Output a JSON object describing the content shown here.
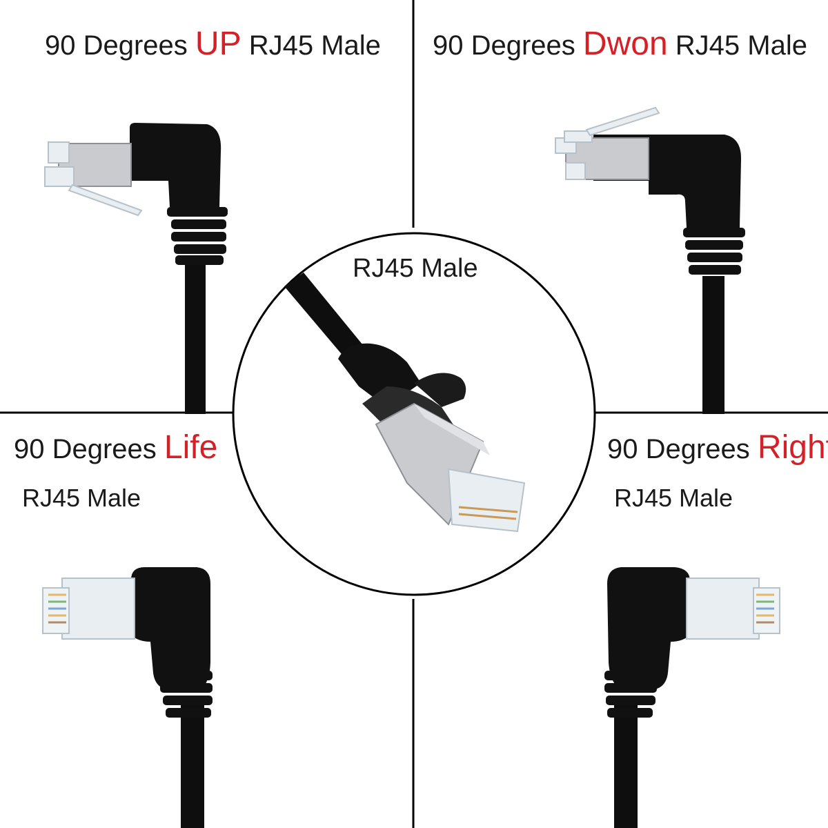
{
  "panels": {
    "top_left": {
      "prefix": "90 Degrees",
      "highlight": "UP",
      "suffix": "RJ45 Male"
    },
    "top_right": {
      "prefix": "90 Degrees",
      "highlight": "Dwon",
      "suffix": "RJ45 Male"
    },
    "bottom_left": {
      "prefix": "90 Degrees",
      "highlight": "Life",
      "subtitle": "RJ45 Male"
    },
    "bottom_right": {
      "prefix": "90 Degrees",
      "highlight": "Right",
      "subtitle": "RJ45 Male"
    },
    "center": {
      "label": "RJ45 Male"
    }
  },
  "colors": {
    "highlight": "#d42027",
    "text": "#1a1a1a",
    "divider": "#000000",
    "cable": "#0e0e0e",
    "shield": "#c9cbcf",
    "clear_plastic": "#e8eef2"
  }
}
